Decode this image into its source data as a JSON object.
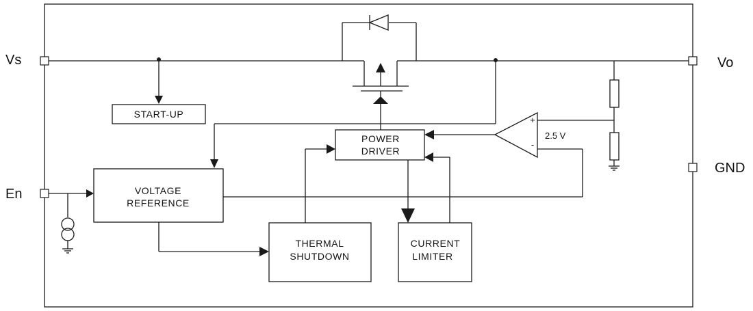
{
  "pins": {
    "vs": "Vs",
    "vo": "Vo",
    "en": "En",
    "gnd": "GND"
  },
  "blocks": {
    "startup": "START-UP",
    "power_driver": [
      "POWER",
      "DRIVER"
    ],
    "voltage_reference": [
      "VOLTAGE",
      "REFERENCE"
    ],
    "thermal_shutdown": [
      "THERMAL",
      "SHUTDOWN"
    ],
    "current_limiter": [
      "CURRENT",
      "LIMITER"
    ]
  },
  "comparator": {
    "reference_voltage": "2.5 V",
    "plus_sign": "+",
    "minus_sign": "-"
  }
}
